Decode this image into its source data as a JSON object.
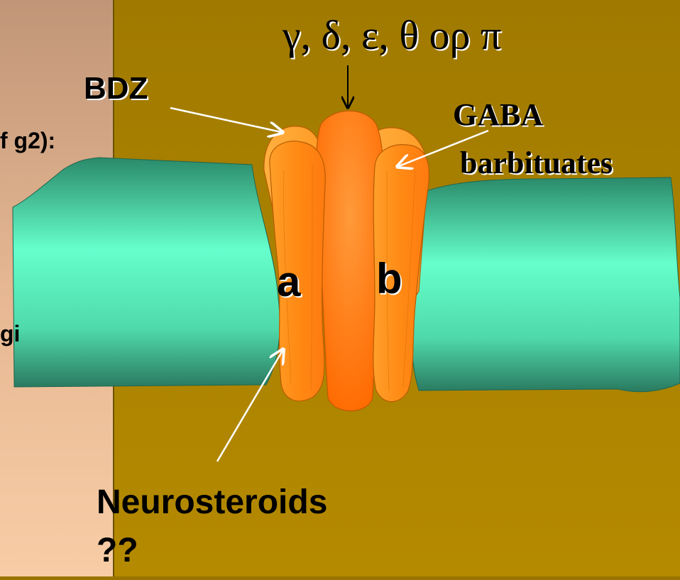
{
  "left_panel": {
    "fragment_1": "f g2):",
    "fragment_2": "gi"
  },
  "labels": {
    "subunits": "γ, δ, ε, θ ορ π",
    "bdz": "BDZ",
    "gaba": "GABA",
    "barbiturates": "barbituates",
    "subunit_a": "a",
    "subunit_b": "b",
    "neurosteroids": "Neurosteroids",
    "question": "??"
  },
  "colors": {
    "background": "#9a7400",
    "left_panel_top": "#c49a78",
    "left_panel_bottom": "#f5c9a3",
    "membrane_light": "#66ffcc",
    "membrane_dark": "#2f8f72",
    "channel_orange": "#ff8c1a",
    "channel_light": "#ffa833"
  }
}
